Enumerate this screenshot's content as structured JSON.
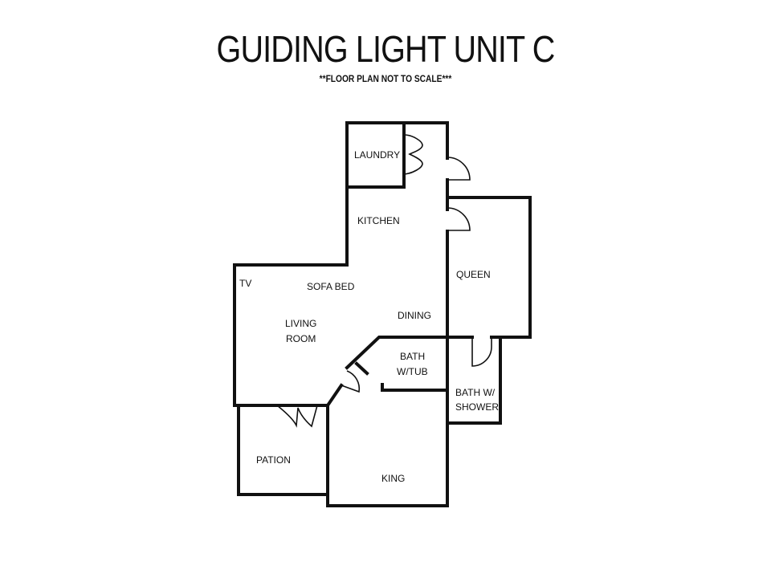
{
  "title": "GUIDING LIGHT UNIT C",
  "subtitle": "**FLOOR PLAN NOT TO SCALE***",
  "rooms": {
    "laundry": "LAUNDRY",
    "kitchen": "KITCHEN",
    "tv": "TV",
    "sofa_bed": "SOFA BED",
    "dining": "DINING",
    "queen": "QUEEN",
    "living_room_line1": "LIVING",
    "living_room_line2": "ROOM",
    "bath_tub_line1": "BATH",
    "bath_tub_line2": "W/TUB",
    "bath_shower_line1": "BATH W/",
    "bath_shower_line2": "SHOWER",
    "pation": "PATION",
    "king": "KING"
  },
  "colors": {
    "wall": "#111111",
    "background": "#ffffff"
  }
}
